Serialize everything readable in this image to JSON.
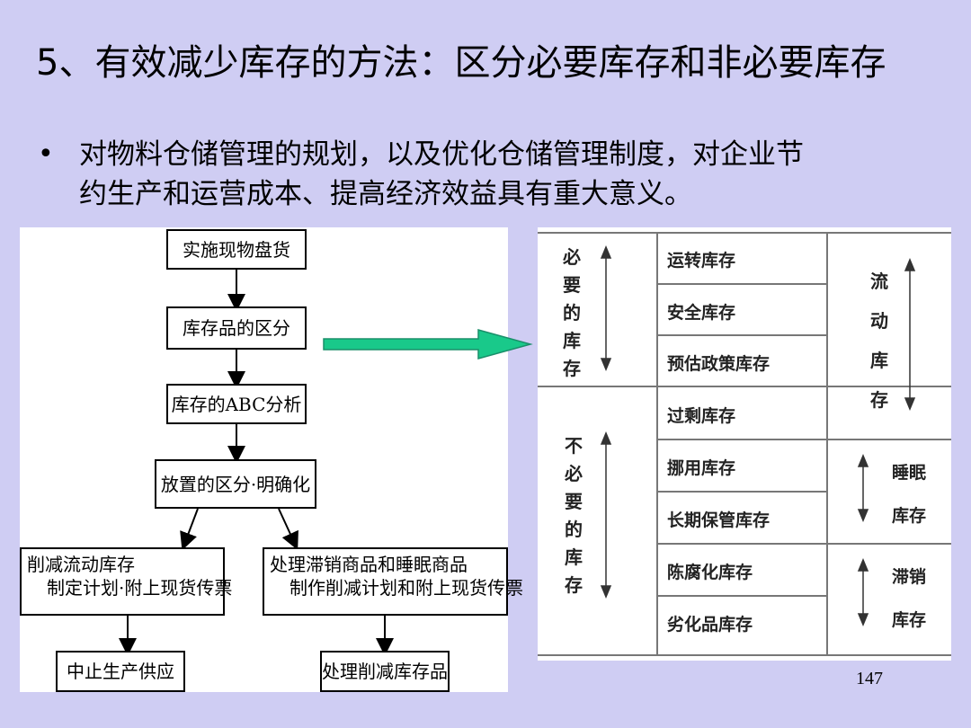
{
  "title": "5、有效减少库存的方法：区分必要库存和非必要库存",
  "bullet": {
    "line1": "对物料仓储管理的规划，以及优化仓储管理制度，对企业节",
    "line2": "约生产和运营成本、提高经济效益具有重大意义。"
  },
  "flowchart": {
    "step1": "实施现物盘货",
    "step2": "库存品的区分",
    "step3": "库存的ABC分析",
    "step4": "放置的区分·明确化",
    "left_branch": {
      "line1": "削减流动库存",
      "line2": "制定计划·附上现货传票"
    },
    "right_branch": {
      "line1": "处理滞销商品和睡眠商品",
      "line2": "制作削减计划和附上现货传票"
    },
    "left_end": "中止生产供应",
    "right_end": "处理削减库存品"
  },
  "table": {
    "group_necessary": [
      "必",
      "要",
      "的",
      "库",
      "存"
    ],
    "group_unnecessary": [
      "不",
      "必",
      "要",
      "的",
      "库",
      "存"
    ],
    "rows": [
      "运转库存",
      "安全库存",
      "预估政策库存",
      "过剩库存",
      "挪用库存",
      "长期保管库存",
      "陈腐化库存",
      "劣化品库存"
    ],
    "flow_label": [
      "流",
      "动",
      "库",
      "存"
    ],
    "dormant_label": [
      "睡眠",
      "库存"
    ],
    "slow_label": [
      "滞销",
      "库存"
    ]
  },
  "colors": {
    "background": "#cfcdf3",
    "arrow": "#19c98a"
  },
  "page_number": "147"
}
